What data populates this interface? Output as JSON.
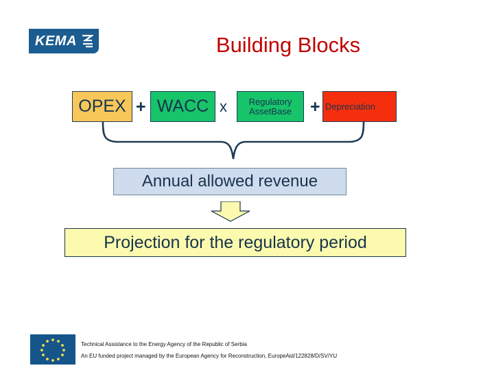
{
  "logo": {
    "text": "KEMA",
    "mark": "kema-swoosh-icon"
  },
  "title": "Building Blocks",
  "formula": {
    "terms": [
      {
        "id": "opex",
        "label": "OPEX",
        "color": "#f7c75a"
      },
      {
        "id": "wacc",
        "label": "WACC",
        "color": "#17c46a"
      },
      {
        "id": "rab",
        "label": "Regulatory AssetBase",
        "color": "#17c46a"
      },
      {
        "id": "depreciation",
        "label": "Depreciation",
        "color": "#f52f0e"
      }
    ],
    "operators": {
      "plus1": "+",
      "times": "x",
      "plus2": "+"
    }
  },
  "result": {
    "annual_label": "Annual allowed revenue",
    "annual_color": "#cfdced",
    "projection_label": "Projection for the regulatory period",
    "projection_color": "#fcfaae"
  },
  "footer": {
    "line1": "Technical Assistance to the Energy Agency of the Republic of Serbia",
    "line2": "An EU funded project managed by the European Agency for Reconstruction, EuropeAid/122828/D/SV/YU",
    "flag": "eu-flag-icon"
  }
}
